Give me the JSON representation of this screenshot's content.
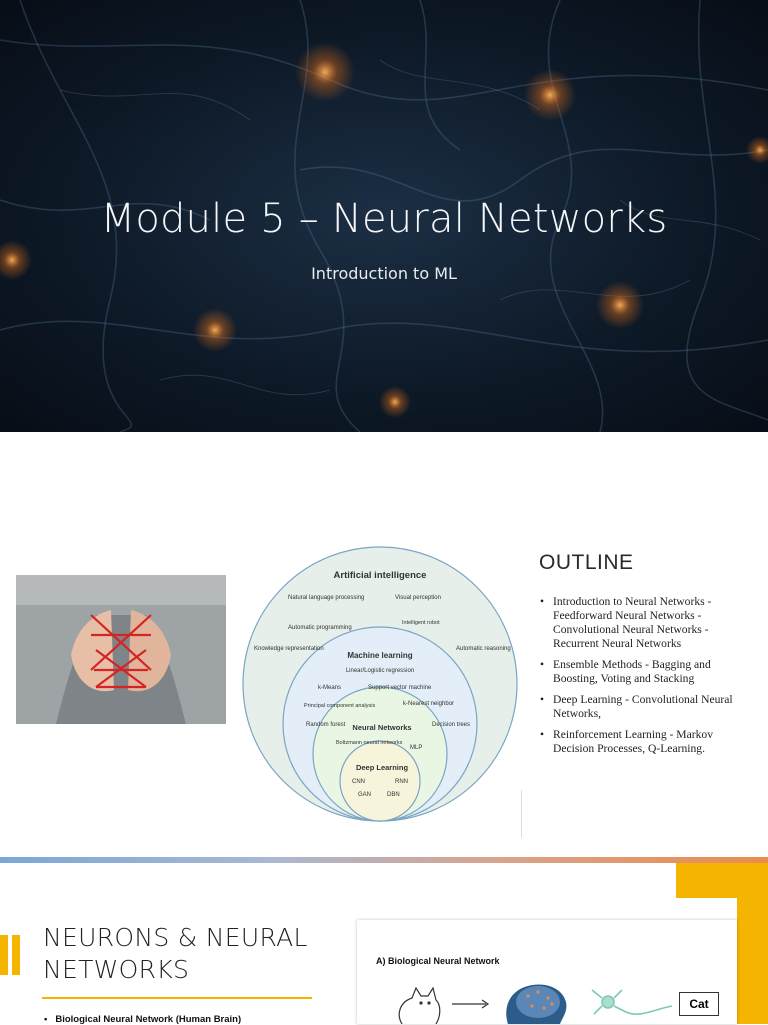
{
  "slide1": {
    "title": "Module 5 – Neural Networks",
    "subtitle": "Introduction to ML"
  },
  "slide2": {
    "heading": "OUTLINE",
    "items": [
      "Introduction to Neural Networks - Feedforward Neural Networks - Convolutional Neural Networks - Recurrent Neural Networks",
      "Ensemble Methods - Bagging and Boosting, Voting and Stacking",
      "Deep Learning - Convolutional Neural Networks,",
      "Reinforcement Learning - Markov Decision Processes, Q-Learning."
    ],
    "venn": {
      "ai": "Artificial intelligence",
      "ai_items": [
        "Natural language processing",
        "Visual perception",
        "Automatic programming",
        "Intelligent robot",
        "Knowledge representation",
        "Automatic reasoning"
      ],
      "ml": "Machine learning",
      "ml_items": [
        "Linear/Logistic regression",
        "k-Means",
        "Support vector machine",
        "Principal component analysis",
        "k-Nearest neighbor",
        "Random forest",
        "Decision trees"
      ],
      "nn": "Neural Networks",
      "nn_items": [
        "Boltzmann neural networks",
        "MLP"
      ],
      "dl": "Deep Learning",
      "dl_items": [
        "CNN",
        "RNN",
        "GAN",
        "DBN"
      ]
    },
    "colors": {
      "ai_fill": "#e6efe9",
      "ml_fill": "#e3eef8",
      "nn_fill": "#eaf6e4",
      "dl_fill": "#f7f4dc"
    }
  },
  "slide3": {
    "heading_line1": "NEURONS & NEURAL",
    "heading_line2": "NETWORKS",
    "bullet": "Biological Neural Network (Human Brain)",
    "panel_label": "A)  Biological Neural Network",
    "output_label": "Cat",
    "accent_color": "#f5b400"
  }
}
